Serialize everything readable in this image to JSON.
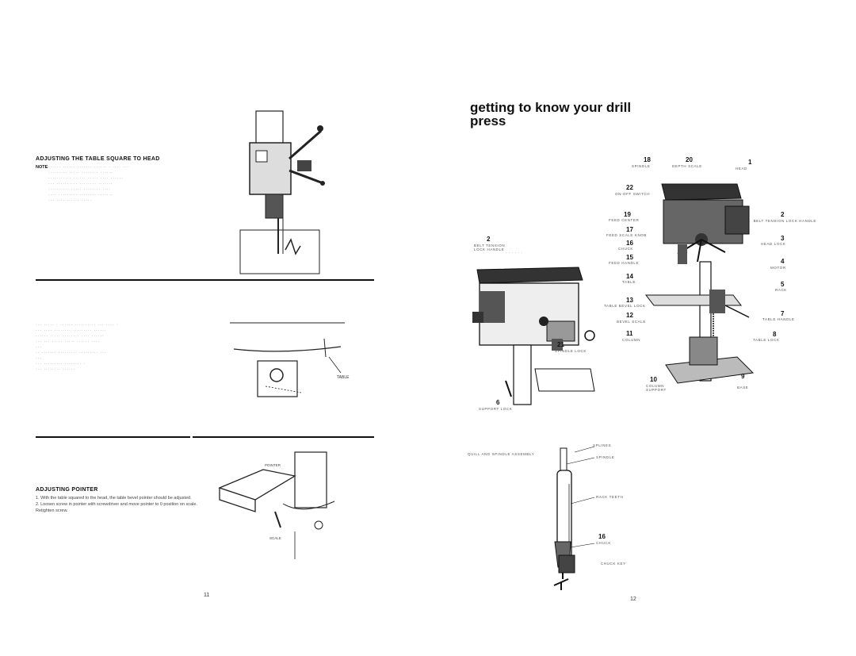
{
  "left_page": {
    "section1": {
      "title": "ADJUSTING THE TABLE SQUARE TO HEAD",
      "note_label": "NOTE"
    },
    "section2": {
      "diagram_label": "TABLE"
    },
    "section3": {
      "title": "ADJUSTING POINTER",
      "steps": [
        "1. With the table squared to the head, the table bevel pointer should be adjusted.",
        "2. Loosen screw in pointer with screwdriver and move pointer to 0 position on scale. Retighten screw."
      ],
      "diagram_labels": [
        "POINTER",
        "SCALE"
      ]
    },
    "page_number": "11"
  },
  "right_page": {
    "title_line1": "getting to know your drill",
    "title_line2": "press",
    "main_figure_numbers": [
      "18",
      "20",
      "1",
      "22",
      "19",
      "2",
      "17",
      "16",
      "3",
      "15",
      "4",
      "14",
      "5",
      "13",
      "12",
      "7",
      "11",
      "8",
      "10",
      "9"
    ],
    "main_figure_labels": {
      "18": "SPINDLE",
      "20": "DEPTH SCALE",
      "1": "HEAD",
      "22": "ON-OFF SWITCH",
      "19": "FEED CENTER",
      "2": "BELT TENSION LOCK HANDLE",
      "17": "FEED SCALE KNOB",
      "16": "CHUCK",
      "3": "HEAD LOCK",
      "15": "FEED HANDLE",
      "4": "MOTOR",
      "14": "TABLE",
      "5": "RACK",
      "13": "TABLE BEVEL LOCK",
      "12": "BEVEL SCALE",
      "7": "TABLE HANDLE",
      "11": "COLUMN",
      "8": "TABLE LOCK",
      "10": "COLUMN SUPPORT",
      "9": "BASE"
    },
    "side_figure_numbers": [
      "2",
      "21",
      "6"
    ],
    "side_figure_labels": {
      "2": "BELT TENSION LOCK HANDLE",
      "21": "SPINDLE LOCK",
      "6": "SUPPORT LOCK"
    },
    "spindle_figure": {
      "caption": "QUILL AND SPINDLE ASSEMBLY",
      "number": "16",
      "labels": [
        "SPLINES",
        "SPINDLE",
        "RACK TEETH",
        "CHUCK",
        "CHUCK KEY"
      ]
    },
    "page_number": "12"
  }
}
